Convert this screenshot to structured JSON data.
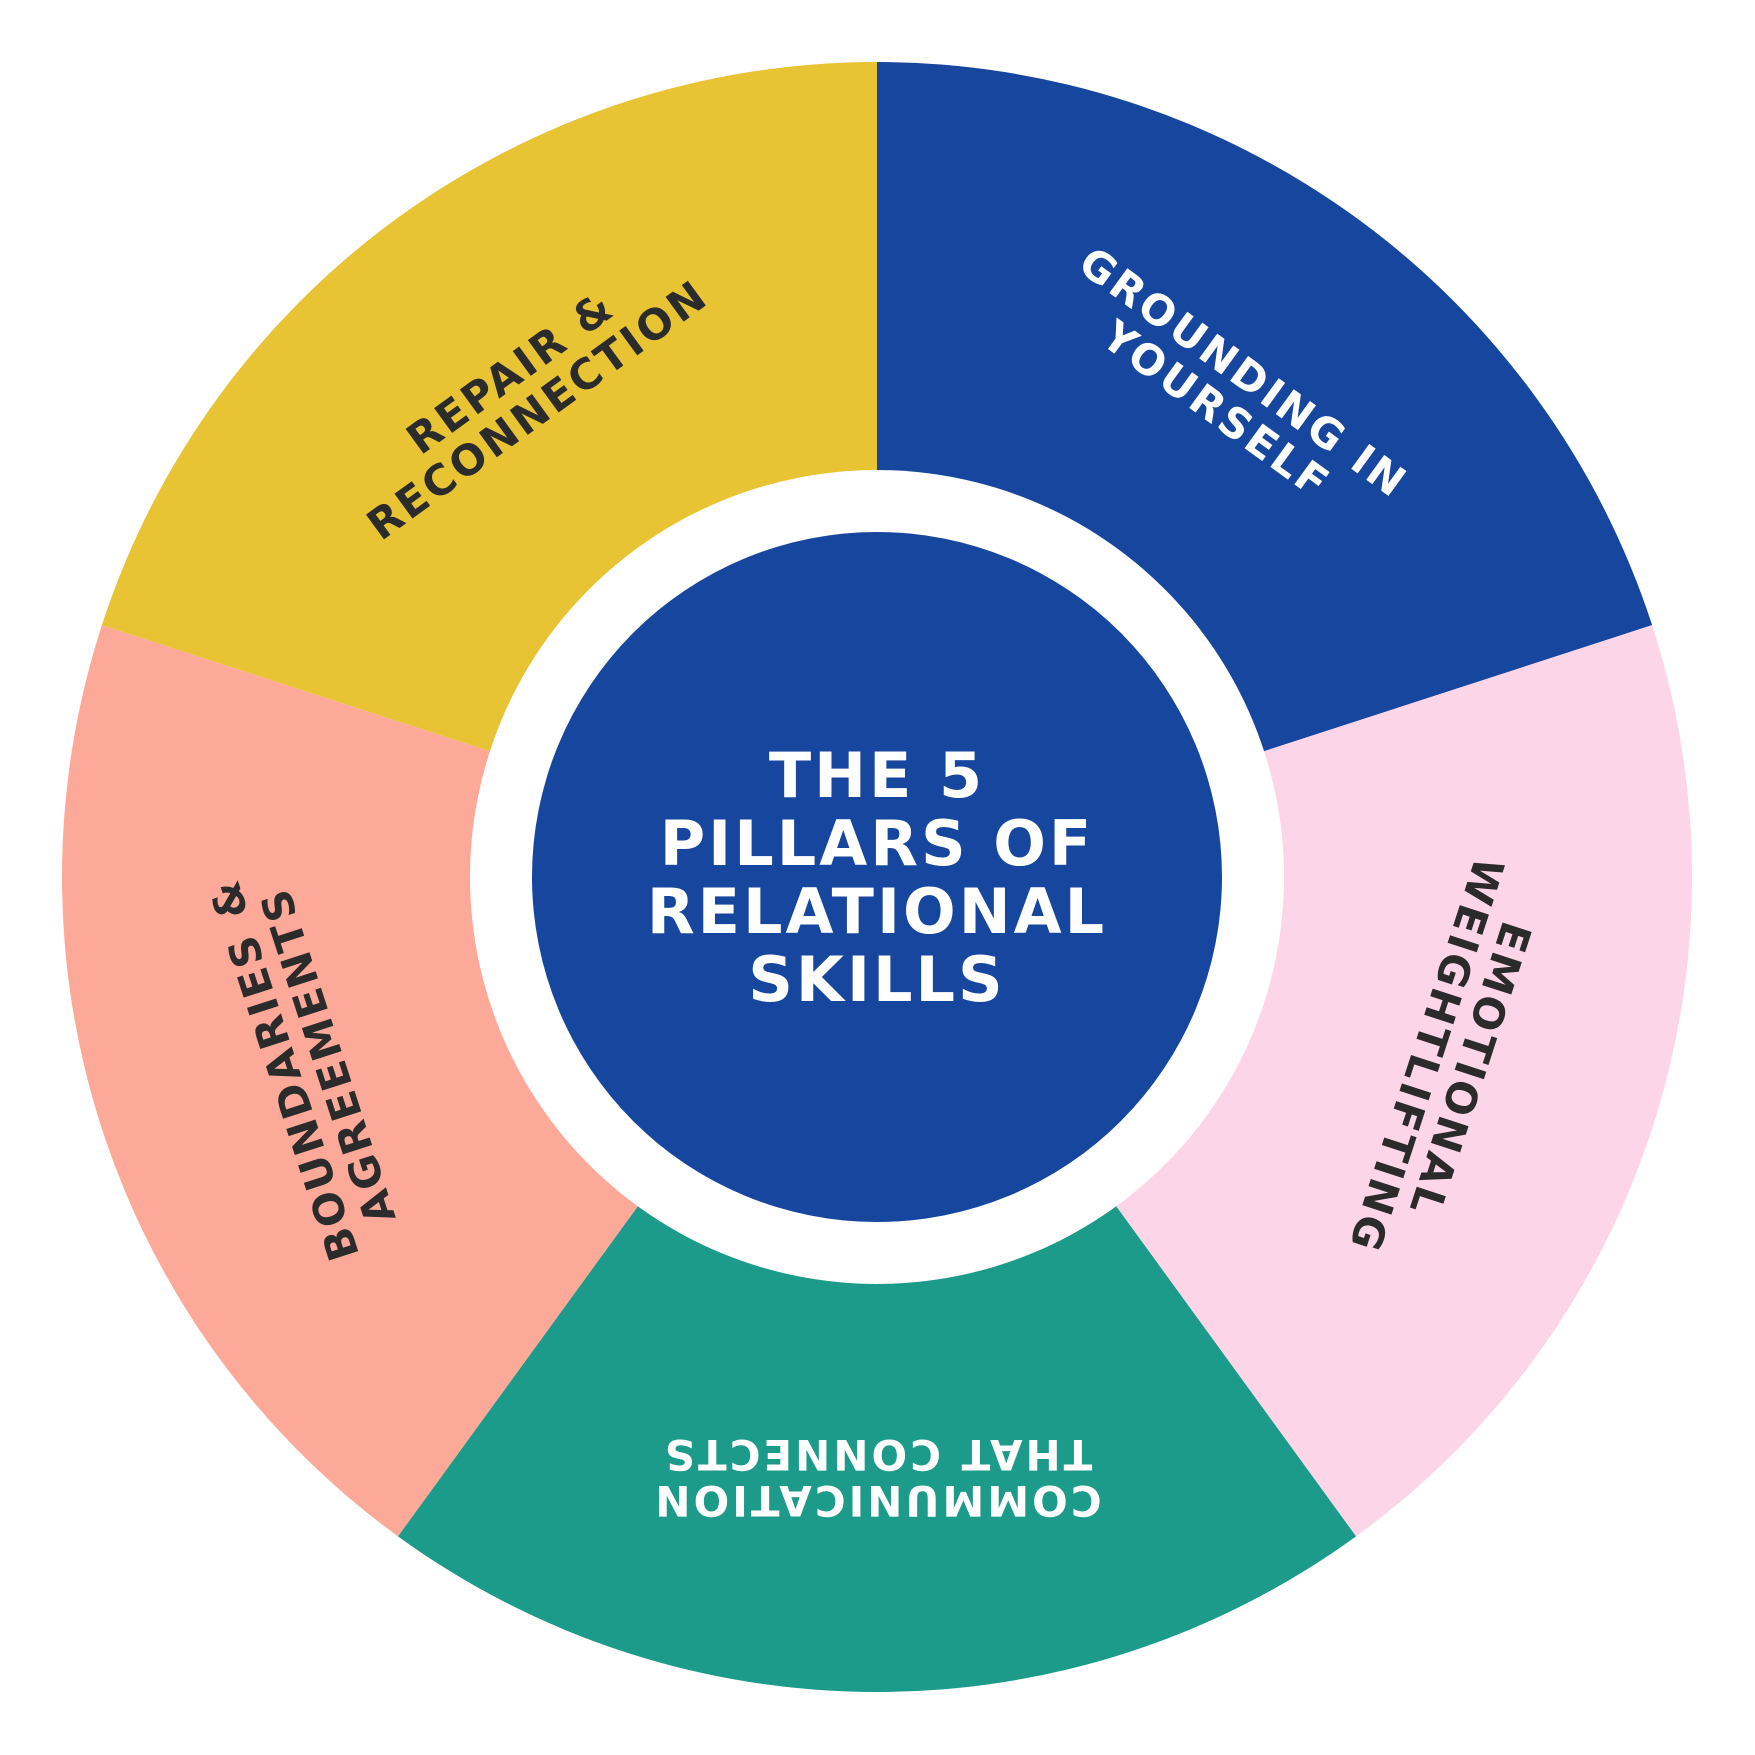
{
  "center": {
    "lines": [
      "THE 5",
      "PILLARS OF",
      "RELATIONAL",
      "SKILLS"
    ],
    "fill": "#17469e",
    "text_color": "#ffffff"
  },
  "segments": [
    {
      "id": "grounding",
      "lines": [
        "GROUNDING IN",
        "YOURSELF"
      ],
      "fill": "#17469e",
      "text_color": "#ffffff"
    },
    {
      "id": "emotional",
      "lines": [
        "EMOTIONAL",
        "WEIGHTLIFTING"
      ],
      "fill": "#fdd5e8",
      "text_color": "#2b2b2b"
    },
    {
      "id": "communication",
      "lines": [
        "COMMUNICATION",
        "THAT CONNECTS"
      ],
      "fill": "#1c9a8a",
      "text_color": "#ffffff"
    },
    {
      "id": "boundaries",
      "lines": [
        "BOUNDARIES &",
        "AGREEMENTS"
      ],
      "fill": "#fca999",
      "text_color": "#2b2b2b"
    },
    {
      "id": "repair",
      "lines": [
        "REPAIR &",
        "RECONNECTION"
      ],
      "fill": "#e8c334",
      "text_color": "#2b2b2b"
    }
  ],
  "ring_gap_color": "#ffffff"
}
